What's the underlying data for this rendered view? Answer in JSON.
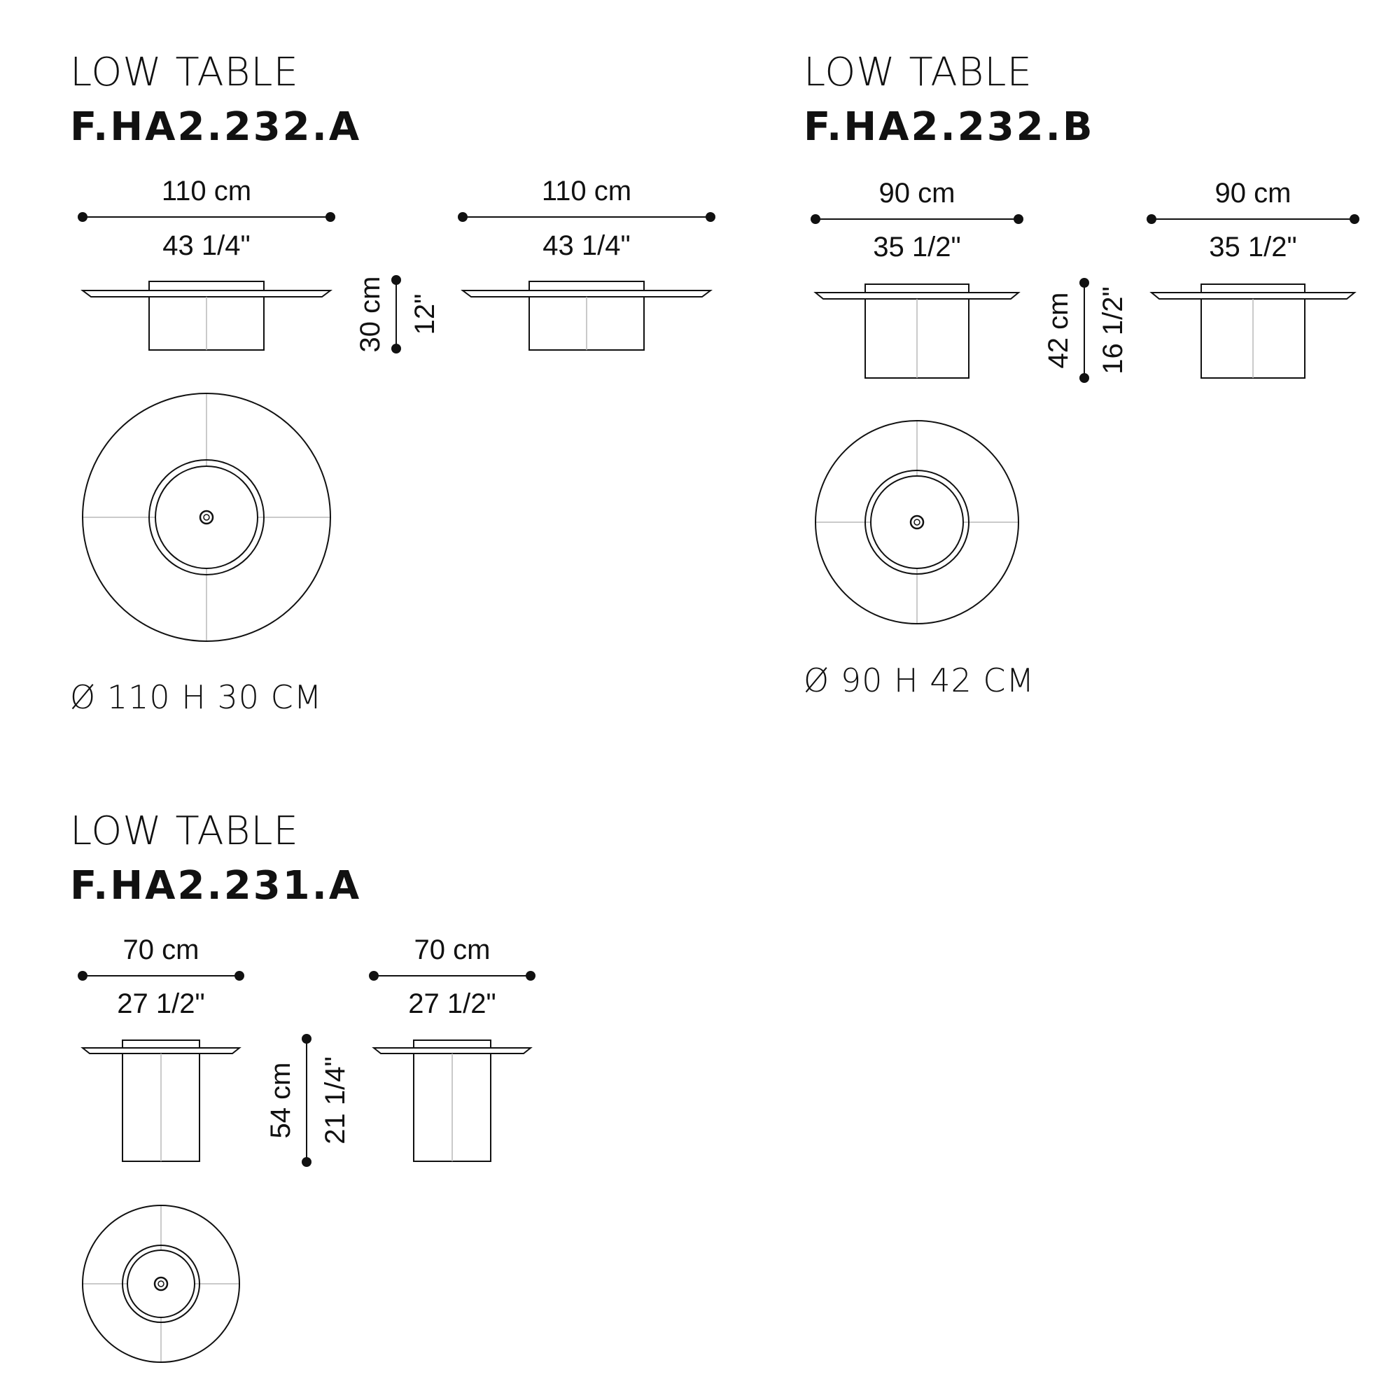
{
  "colors": {
    "ink": "#111111",
    "guide": "#b8b8b8",
    "background": "#ffffff"
  },
  "products": [
    {
      "title": "LOW TABLE",
      "code": "F.HA2.232.A",
      "front_width_cm": "110 cm",
      "front_width_in": "43 1/4\"",
      "side_width_cm": "110 cm",
      "side_width_in": "43 1/4\"",
      "height_cm": "30 cm",
      "height_in": "12\"",
      "spec": "Ø 110 H 30 CM"
    },
    {
      "title": "LOW TABLE",
      "code": "F.HA2.232.B",
      "front_width_cm": "90 cm",
      "front_width_in": "35 1/2\"",
      "side_width_cm": "90 cm",
      "side_width_in": "35 1/2\"",
      "height_cm": "42 cm",
      "height_in": "16 1/2\"",
      "spec": "Ø 90 H 42 CM"
    },
    {
      "title": "LOW TABLE",
      "code": "F.HA2.231.A",
      "front_width_cm": "70 cm",
      "front_width_in": "27 1/2\"",
      "side_width_cm": "70 cm",
      "side_width_in": "27 1/2\"",
      "height_cm": "54 cm",
      "height_in": "21 1/4\""
    }
  ]
}
